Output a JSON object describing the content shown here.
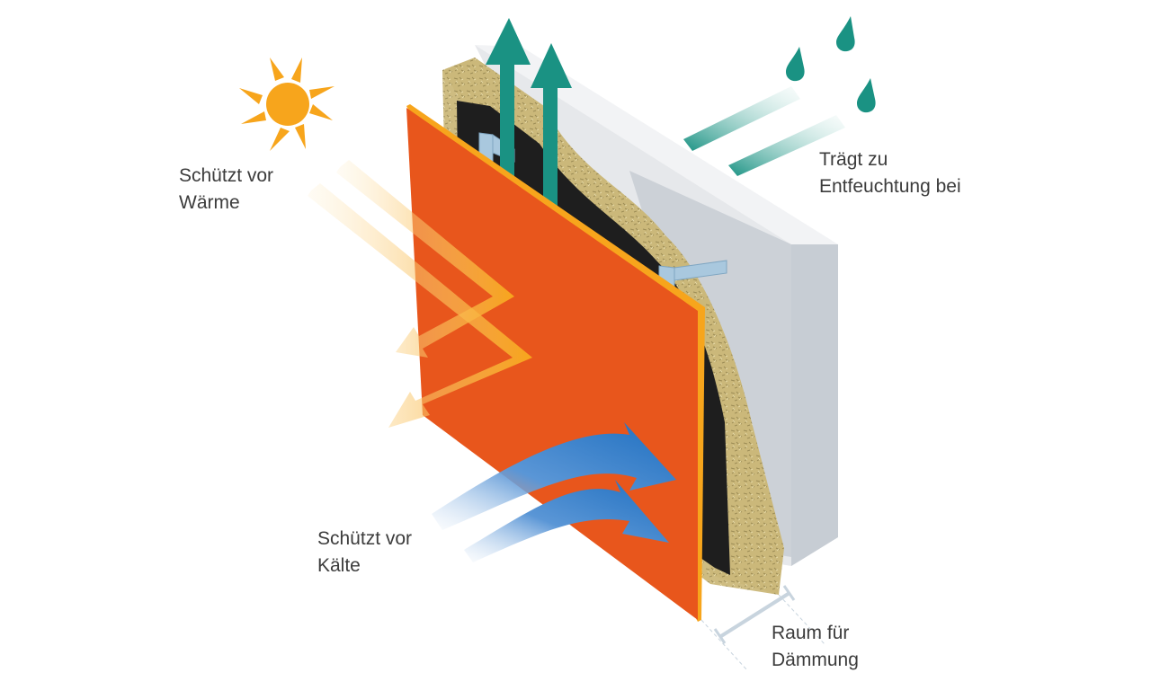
{
  "labels": {
    "heat": {
      "line1": "Schützt vor",
      "line2": "Wärme"
    },
    "cold": {
      "line1": "Schützt vor",
      "line2": "Kälte"
    },
    "moisture": {
      "line1": "Trägt zu",
      "line2": "Entfeuchtung bei"
    },
    "insulation_space": {
      "line1": "Raum für",
      "line2": "Dämmung"
    }
  },
  "colors": {
    "panel": "#e8561c",
    "panel_edge": "#f7a51c",
    "insulation": "#cbb87a",
    "membrane": "#1e1e1e",
    "wall_face": "#e7e9ec",
    "wall_side": "#c6ccd3",
    "bracket": "#a9c8de",
    "sun": "#f7a51c",
    "heat_arrow": "#f7a51c",
    "cold_arrow": "#1f6fc0",
    "moisture_arrow": "#1a9283",
    "rain_drop": "#1a9283"
  },
  "icons": {
    "sun": "sun-icon",
    "rain": "rain-drop-icon"
  }
}
